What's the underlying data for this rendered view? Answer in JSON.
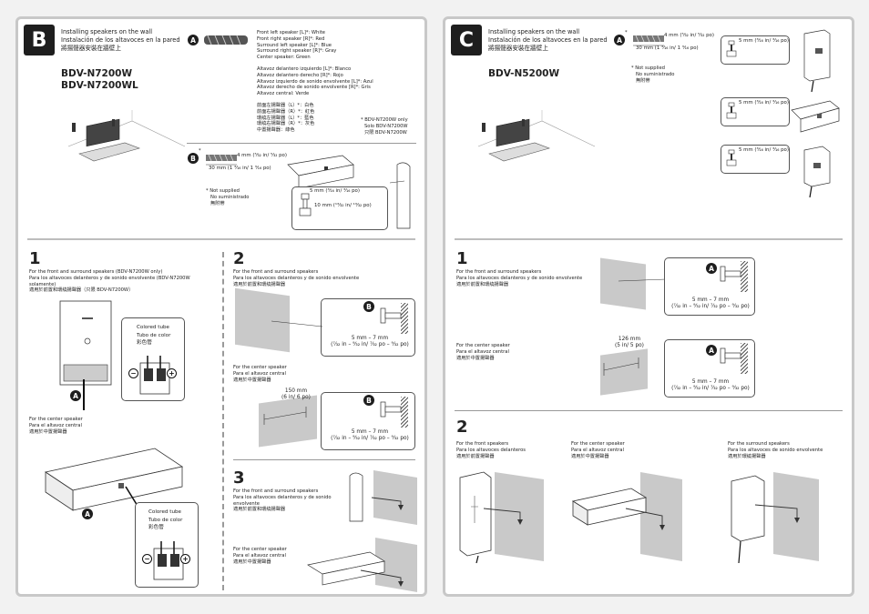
{
  "panel_b": {
    "tab": "B",
    "title_lines": [
      "Installing speakers on the wall",
      "Instalación de los altavoces en la pared",
      "將揚聲器安裝在牆壁上"
    ],
    "models": [
      "BDV-N7200W",
      "BDV-N7200WL"
    ],
    "screw_a_label": "A",
    "colors_en": [
      "Front left speaker [L]*: White",
      "Front right speaker [R]*: Red",
      "Surround left speaker [L]*: Blue",
      "Surround right speaker [R]*: Gray",
      "Center speaker: Green"
    ],
    "colors_es": [
      "Altavoz delantero izquierdo [L]*: Blanco",
      "Altavoz delantero derecho [R]*: Rojo",
      "Altavoz izquierdo de sonido envolvente [L]*: Azul",
      "Altavoz derecho de sonido envolvente [R]*: Gris",
      "Altavoz central: Verde"
    ],
    "colors_zh": [
      "前面左揚聲器（L）*：白色",
      "前面右揚聲器（R）*：紅色",
      "環繞左揚聲器（L）*：藍色",
      "環繞右揚聲器（R）*：灰色",
      "中置揚聲器：綠色"
    ],
    "footnote_model": [
      "* BDV-N7200W only",
      "Solo BDV-N7200W",
      "只限 BDV-N7200W"
    ],
    "screw_b_label": "B",
    "screw_b_dia": "4 mm (⁵⁄₃₂ in/ ⁵⁄₃₂ po)",
    "screw_b_len": "30 mm (1 ³⁄₁₆ in/ 1 ³⁄₁₆ po)",
    "not_supplied": [
      "* Not supplied",
      "No suministrado",
      "無附帶"
    ],
    "hole_dia": "5 mm (³⁄₁₆ in/ ³⁄₁₆ po)",
    "hole_depth": "10 mm (¹³⁄₃₂ in/ ¹³⁄₃₂ po)",
    "step1": {
      "num": "1",
      "heading": [
        "For the front and surround speakers (BDV-N7200W only)",
        "Para los altavoces delanteros y de sonido envolvente (BDV-N7200W solamente)",
        "適用於前置和環繞揚聲器（只限 BDV-N7200W）"
      ],
      "colored_tube": [
        "Colored tube",
        "Tubo de color",
        "彩色管"
      ],
      "a_label": "A",
      "center_heading": [
        "For the center speaker",
        "Para el altavoz central",
        "適用於中置揚聲器"
      ],
      "colored_tube2": [
        "Colored tube",
        "Tubo de color",
        "彩色管"
      ],
      "minus": "−",
      "plus": "+"
    },
    "step2": {
      "num": "2",
      "heading": [
        "For the front and surround speakers",
        "Para los altavoces delanteros y de sonido envolvente",
        "適用於前置和環繞揚聲器"
      ],
      "gap1": "5 mm – 7 mm",
      "gap1b": "(⁷⁄₃₂ in – ⁹⁄₃₂ in/ ⁷⁄₃₂ po – ⁹⁄₃₂ po)",
      "center_heading": [
        "For the center speaker",
        "Para el altavoz central",
        "適用於中置揚聲器"
      ],
      "spacing": "150 mm",
      "spacing_b": "(6 in/ 6 po)",
      "gap2": "5 mm – 7 mm",
      "gap2b": "(⁷⁄₃₂ in – ⁹⁄₃₂ in/ ⁷⁄₃₂ po – ⁹⁄₃₂ po)",
      "b_label": "B"
    },
    "step3": {
      "num": "3",
      "heading": [
        "For the front and surround speakers",
        "Para los altavoces delanteros y de sonido envolvente",
        "適用於前置和環繞揚聲器"
      ],
      "center_heading": [
        "For the center speaker",
        "Para el altavoz central",
        "適用於中置揚聲器"
      ]
    }
  },
  "panel_c": {
    "tab": "C",
    "title_lines": [
      "Installing speakers on the wall",
      "Instalación de los altavoces en la pared",
      "將揚聲器安裝在牆壁上"
    ],
    "model": "BDV-N5200W",
    "screw_a_label": "A",
    "screw_dia": "4 mm (⁵⁄₃₂ in/ ⁵⁄₃₂ po)",
    "screw_len": "30 mm (1 ³⁄₁₆ in/ 1 ³⁄₁₆ po)",
    "not_supplied": [
      "* Not supplied",
      "No suministrado",
      "無附帶"
    ],
    "hole1": "5 mm (³⁄₁₆ in/ ³⁄₁₆ po)",
    "hole2": "5 mm (³⁄₁₆ in/ ³⁄₁₆ po)",
    "hole3": "5 mm (³⁄₁₆ in/ ³⁄₁₆ po)",
    "step1": {
      "num": "1",
      "heading": [
        "For the front and surround speakers",
        "Para los altavoces delanteros y de sonido envolvente",
        "適用於前置和環繞揚聲器"
      ],
      "gap1": "5 mm – 7 mm",
      "gap1b": "(⁷⁄₃₂ in – ⁹⁄₃₂ in/ ⁷⁄₃₂ po – ⁹⁄₃₂ po)",
      "center_heading": [
        "For the center speaker",
        "Para el altavoz central",
        "適用於中置揚聲器"
      ],
      "spacing": "126 mm",
      "spacing_b": "(5 in/ 5 po)",
      "gap2": "5 mm – 7 mm",
      "gap2b": "(⁷⁄₃₂ in – ⁹⁄₃₂ in/ ⁷⁄₃₂ po – ⁹⁄₃₂ po)",
      "a_label": "A"
    },
    "step2": {
      "num": "2",
      "front": [
        "For the front speakers",
        "Para los altavoces delanteros",
        "適用於前置揚聲器"
      ],
      "center": [
        "For the center speaker",
        "Para el altavoz central",
        "適用於中置揚聲器"
      ],
      "surround": [
        "For the surround speakers",
        "Para los altavoces de sonido envolvente",
        "適用於環繞揚聲器"
      ]
    }
  }
}
